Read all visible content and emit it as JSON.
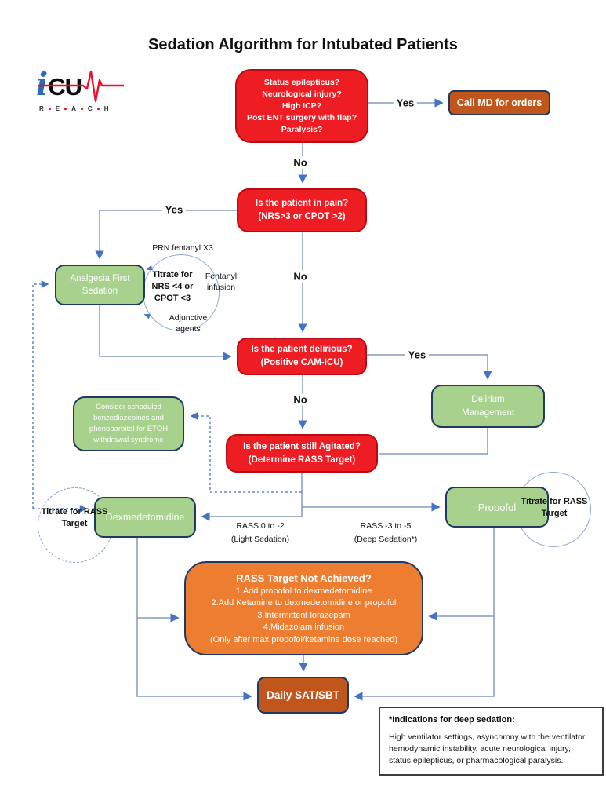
{
  "title": "Sedation Algorithm for Intubated Patients",
  "logo": {
    "i": "i",
    "cu": "CU",
    "reach_letters": [
      "R",
      "E",
      "A",
      "C",
      "H"
    ]
  },
  "colors": {
    "red": "#ee1c23",
    "green": "#a9d18e",
    "orange": "#ed7d31",
    "dark_orange": "#c0561b",
    "navy": "#1f3864",
    "arrow": "#4472c4",
    "line": "#8598c6"
  },
  "nodes": {
    "screening": {
      "lines": [
        "Status epilepticus?",
        "Neurological injury?",
        "High ICP?",
        "Post ENT surgery with flap?",
        "Paralysis?"
      ]
    },
    "call_md": {
      "label": "Call MD for orders"
    },
    "pain": {
      "lines": [
        "Is the patient in pain?",
        "(NRS>3 or CPOT >2)"
      ]
    },
    "analgesia": {
      "lines": [
        "Analgesia First",
        "Sedation"
      ]
    },
    "delirious": {
      "lines": [
        "Is the patient delirious?",
        "(Positive CAM-ICU)"
      ]
    },
    "delirium_mgmt": {
      "lines": [
        "Delirium",
        "Management"
      ]
    },
    "benzo": {
      "lines": [
        "Consider scheduled",
        "benzodiazepines and",
        "phenobarbital for ETOH",
        "withdrawal syndrome"
      ]
    },
    "agitated": {
      "lines": [
        "Is the patient still Agitated?",
        "(Determine RASS Target)"
      ]
    },
    "dexmedetomidine": {
      "label": "Dexmedetomidine"
    },
    "propofol": {
      "label": "Propofol"
    },
    "rass_not_achieved": {
      "title": "RASS Target Not Achieved?",
      "items": [
        "1.Add propofol to dexmedetomidine",
        "2.Add Ketamine to dexmedetomidine or propofol",
        "3.Intermittent lorazepam",
        "4.Midazolam infusion",
        "(Only after max propofol/ketamine dose reached)"
      ]
    },
    "daily": {
      "label": "Daily SAT/SBT"
    }
  },
  "edge_labels": {
    "yes_screening": "Yes",
    "no_screening": "No",
    "yes_pain": "Yes",
    "no_pain": "No",
    "yes_delirious": "Yes",
    "no_delirious": "No",
    "rass_light": [
      "RASS 0 to -2",
      "(Light Sedation)"
    ],
    "rass_deep": [
      "RASS -3 to -5",
      "(Deep Sedation*)"
    ]
  },
  "cycles": {
    "fentanyl": {
      "top": "PRN fentanyl X3",
      "right": [
        "Fentanyl",
        "infusion"
      ],
      "bottom": [
        "Adjunctive",
        "agents"
      ],
      "center": [
        "Titrate for",
        "NRS <4 or",
        "CPOT <3"
      ]
    },
    "titrate_left": [
      "Titrate for",
      "RASS Target"
    ],
    "titrate_right": [
      "Titrate for",
      "RASS Target"
    ]
  },
  "footnote": {
    "title": "*Indications for deep sedation:",
    "body": "High ventilator settings, asynchrony with the ventilator, hemodynamic instability, acute neurological injury, status epilepticus, or pharmacological paralysis."
  }
}
